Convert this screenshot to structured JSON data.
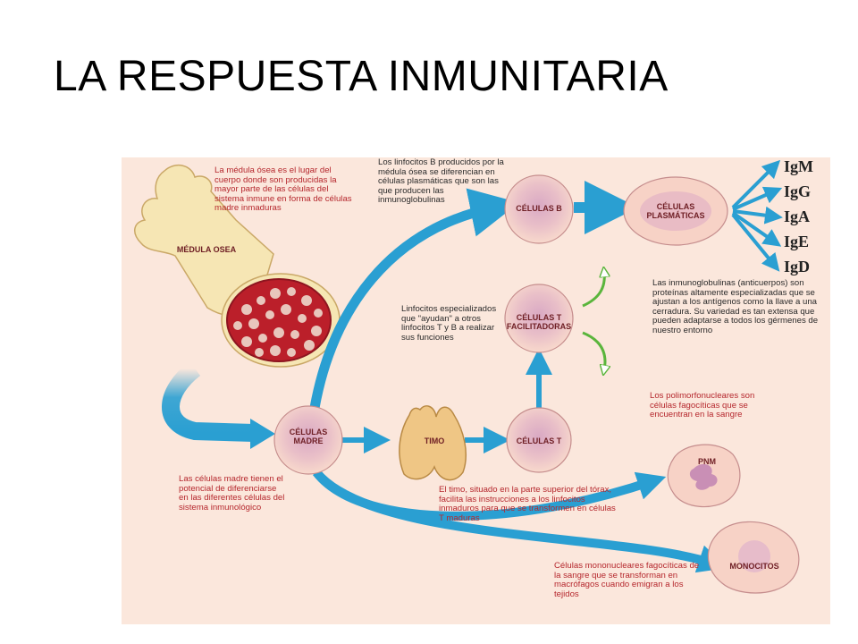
{
  "title": "LA RESPUESTA INMUNITARIA",
  "nodes": {
    "medula": "MÉDULA OSEA",
    "madre": "CÉLULAS\nMADRE",
    "timo": "TIMO",
    "celulas_t": "CÉLULAS T",
    "facilitadoras": "CÉLULAS T\nFACILITADORAS",
    "celulas_b": "CÉLULAS B",
    "plasmaticas": "CÉLULAS\nPLASMÁTICAS",
    "pnm": "PNM",
    "monocitos": "MONOCITOS"
  },
  "immunoglobulins": [
    "IgM",
    "IgG",
    "IgA",
    "IgE",
    "IgD"
  ],
  "notes": {
    "medula": "La médula ósea es el lugar del cuerpo donde son producidas la mayor parte de las células del sistema inmune en forma de células madre inmaduras",
    "linfocitos_b": "Los linfocitos B producidos por la médula ósea se diferencian en células plasmáticas que son las que producen las inmunoglobulinas",
    "facilitadores": "Linfocitos especializados que \"ayudan\" a otros linfocitos T y B a realizar sus funciones",
    "inmunoglobulinas": "Las inmunoglobulinas (anticuerpos) son proteínas altamente especializadas que se ajustan a los antígenos como la llave a una cerradura. Su variedad es tan extensa que pueden adaptarse a todos los gérmenes de nuestro entorno",
    "polimorfonucleares": "Los polimorfonucleares son células fagocíticas que se encuentran en la sangre",
    "madre": "Las células madre tienen el potencial de diferenciarse en las diferentes células del sistema inmunológico",
    "timo": "El timo, situado en la parte superior del tórax, facilita las instrucciones a los linfocitos inmaduros para que se transformen en células T maduras",
    "mononucleares": "Células mononucleares fagocíticas de la sangre que se transforman en macrófagos cuando emigran a los tejidos"
  },
  "colors": {
    "arrow": "#2a9fd2",
    "panel": "#fbe7dc",
    "note_red": "#b5272d",
    "cell_fill": "#f7d2c6",
    "nucleus": "#d6a6c2",
    "bone": "#f6e6b4",
    "marrow": "#bb1f2a"
  }
}
